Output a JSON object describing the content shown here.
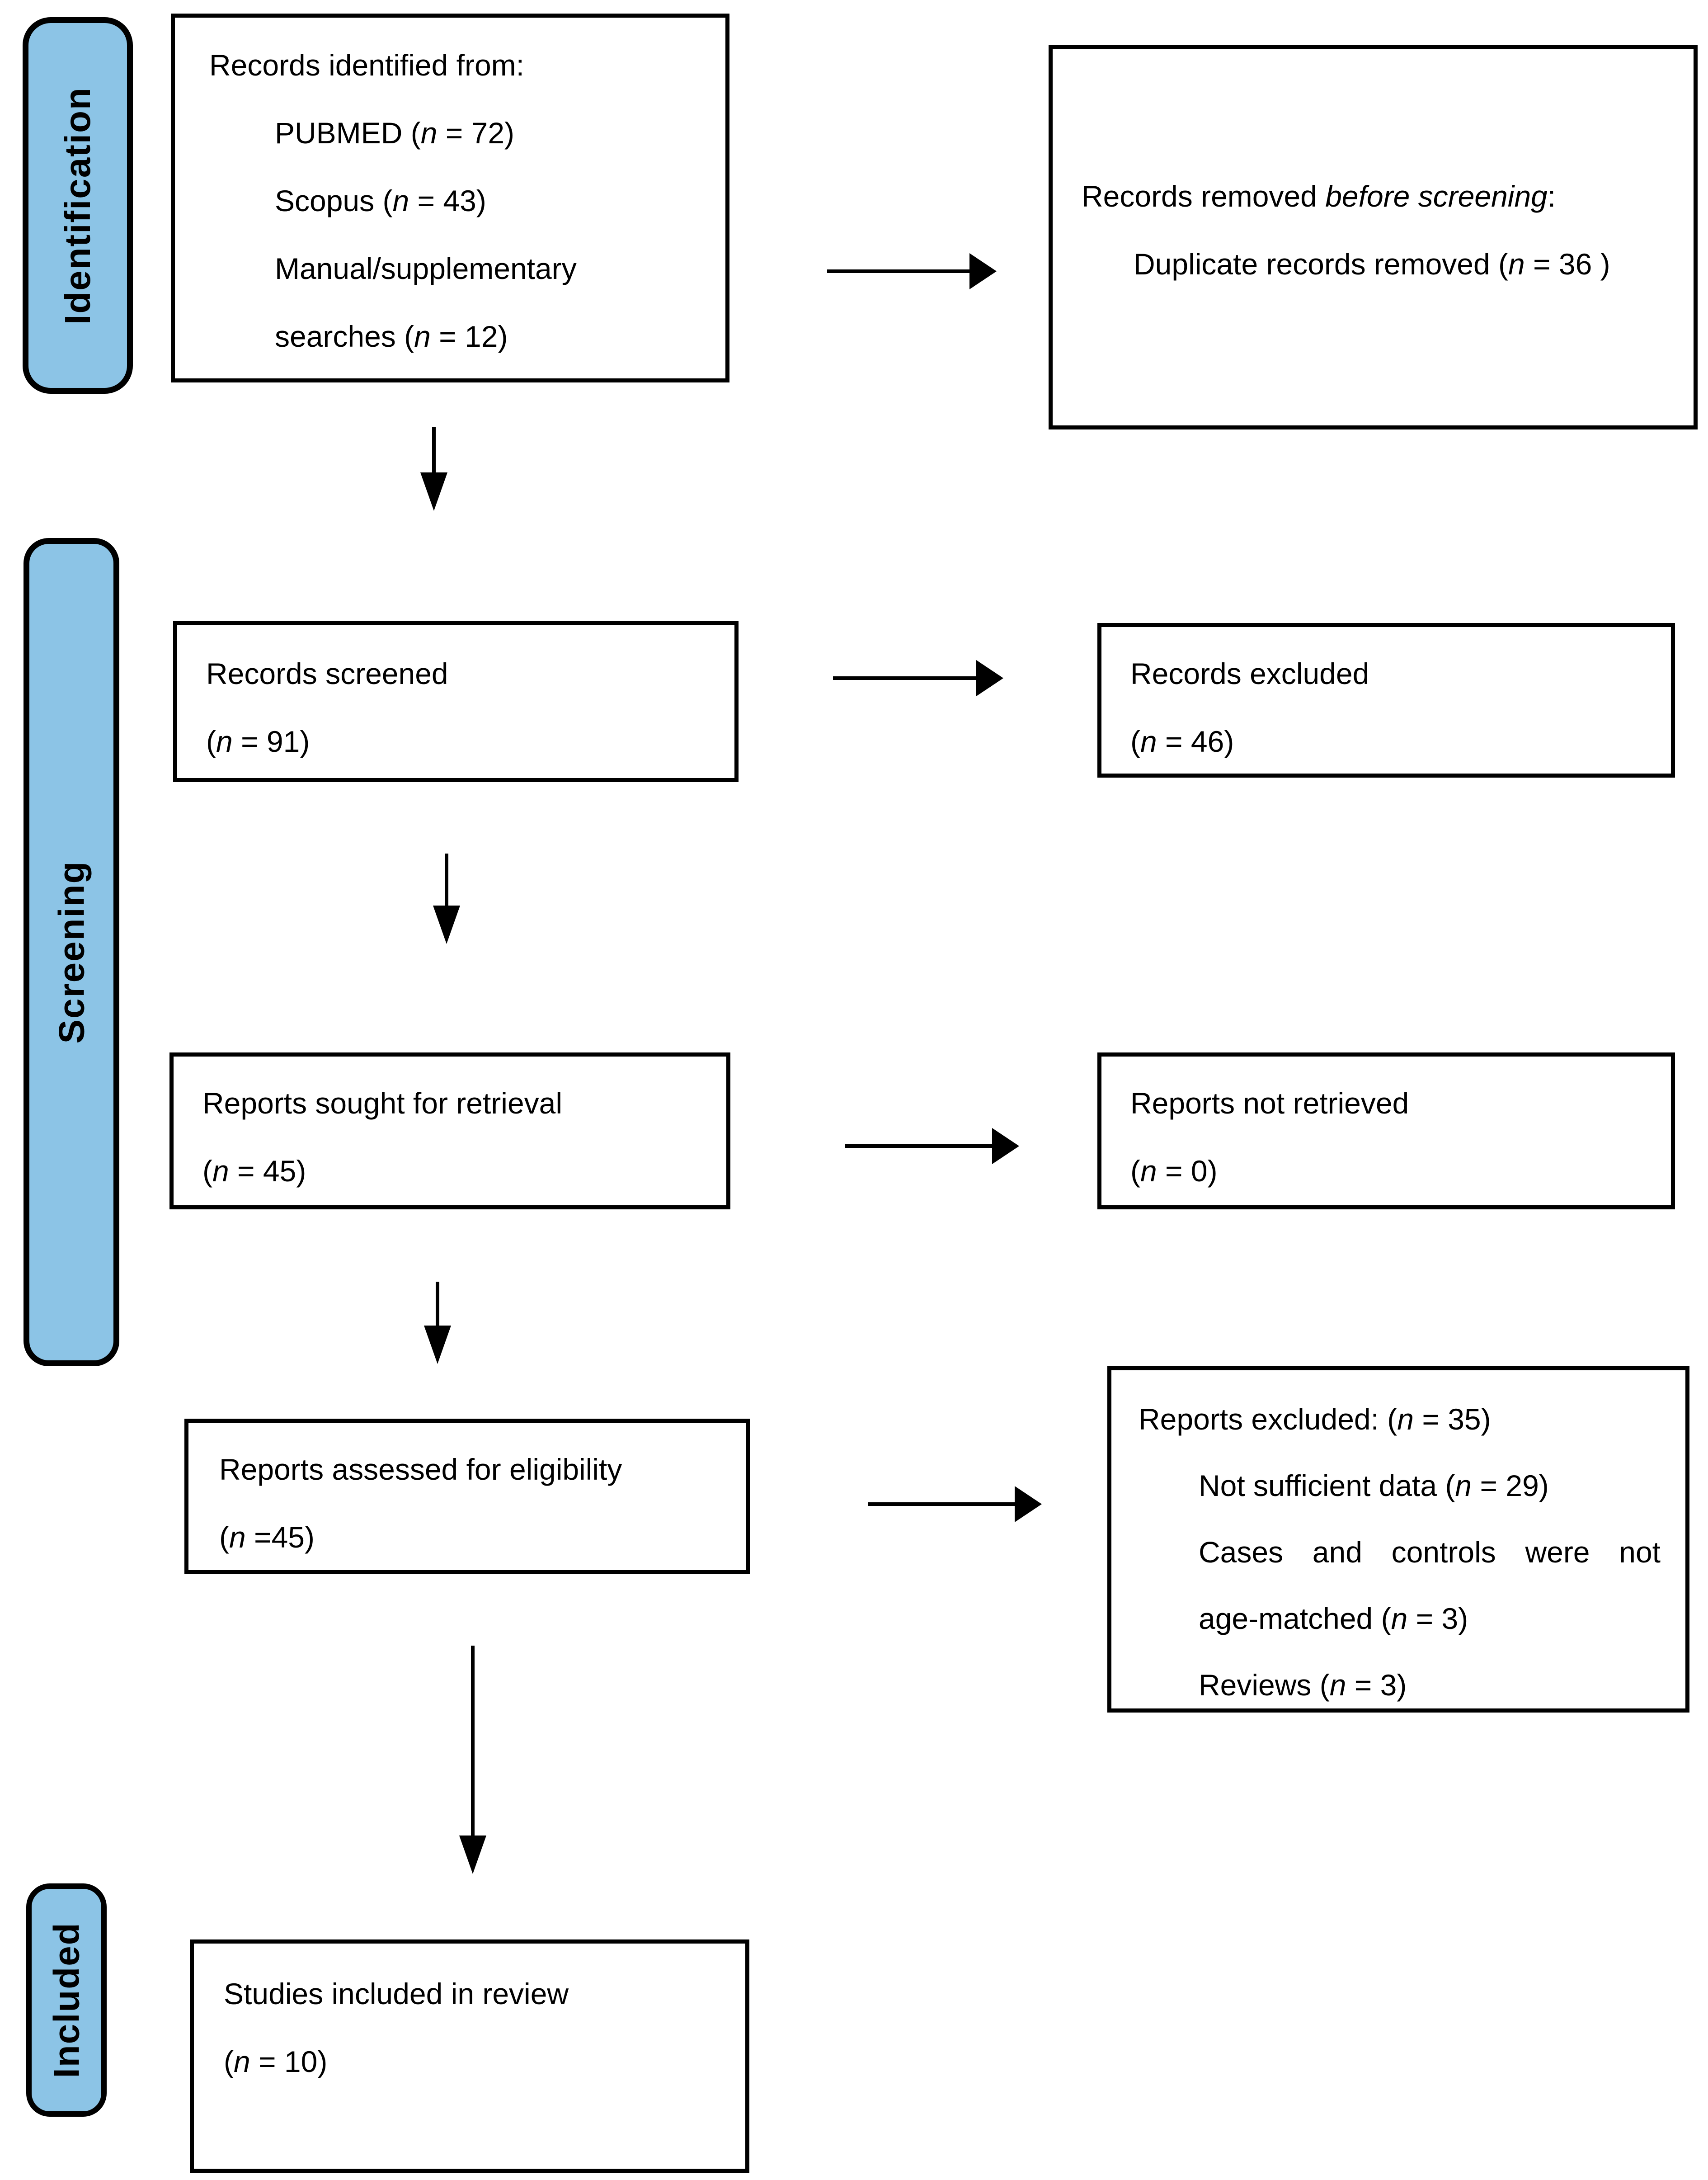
{
  "diagram": {
    "title": "PRISMA flow diagram",
    "colors": {
      "stage_fill": "#8CC4E6",
      "line": "#000000",
      "box_fill": "#FFFFFF"
    },
    "stage_labels": {
      "identification": "Identification",
      "screening": "Screening",
      "included": "Included"
    },
    "boxes": {
      "identified": {
        "lines": [
          {
            "indent": false,
            "segments": [
              {
                "t": "Records identified from:"
              }
            ]
          },
          {
            "indent": true,
            "segments": [
              {
                "t": "PUBMED ("
              },
              {
                "t": "n",
                "i": true
              },
              {
                "t": " = 72)"
              }
            ]
          },
          {
            "indent": true,
            "segments": [
              {
                "t": "Scopus ("
              },
              {
                "t": "n",
                "i": true
              },
              {
                "t": " = 43)"
              }
            ]
          },
          {
            "indent": true,
            "segments": [
              {
                "t": "Manual/supplementary"
              }
            ]
          },
          {
            "indent": true,
            "segments": [
              {
                "t": "searches ("
              },
              {
                "t": "n",
                "i": true
              },
              {
                "t": " = 12)"
              }
            ]
          }
        ]
      },
      "removed": {
        "lines": [
          {
            "indent": false,
            "segments": [
              {
                "t": "Records removed "
              },
              {
                "t": "before screening",
                "i": true
              },
              {
                "t": ":"
              }
            ]
          },
          {
            "indent": true,
            "segments": [
              {
                "t": "Duplicate records removed ("
              },
              {
                "t": "n",
                "i": true
              },
              {
                "t": " = 36 )"
              }
            ]
          }
        ]
      },
      "screened": {
        "lines": [
          {
            "indent": false,
            "segments": [
              {
                "t": "Records screened"
              }
            ]
          },
          {
            "indent": false,
            "segments": [
              {
                "t": "("
              },
              {
                "t": "n",
                "i": true
              },
              {
                "t": " = 91)"
              }
            ]
          }
        ]
      },
      "records_excluded": {
        "lines": [
          {
            "indent": false,
            "segments": [
              {
                "t": "Records excluded"
              }
            ]
          },
          {
            "indent": false,
            "segments": [
              {
                "t": "("
              },
              {
                "t": "n",
                "i": true
              },
              {
                "t": " = 46)"
              }
            ]
          }
        ]
      },
      "sought": {
        "lines": [
          {
            "indent": false,
            "segments": [
              {
                "t": "Reports sought for retrieval"
              }
            ]
          },
          {
            "indent": false,
            "segments": [
              {
                "t": "("
              },
              {
                "t": "n",
                "i": true
              },
              {
                "t": " = 45)"
              }
            ]
          }
        ]
      },
      "not_retrieved": {
        "lines": [
          {
            "indent": false,
            "segments": [
              {
                "t": "Reports not retrieved"
              }
            ]
          },
          {
            "indent": false,
            "segments": [
              {
                "t": "("
              },
              {
                "t": "n",
                "i": true
              },
              {
                "t": " = 0)"
              }
            ]
          }
        ]
      },
      "assessed": {
        "lines": [
          {
            "indent": false,
            "segments": [
              {
                "t": "Reports assessed for eligibility"
              }
            ]
          },
          {
            "indent": false,
            "segments": [
              {
                "t": "("
              },
              {
                "t": "n",
                "i": true
              },
              {
                "t": " =45)"
              }
            ]
          }
        ]
      },
      "reports_excluded": {
        "lines": [
          {
            "indent": false,
            "segments": [
              {
                "t": "Reports excluded: ("
              },
              {
                "t": "n",
                "i": true
              },
              {
                "t": " = 35)"
              }
            ]
          },
          {
            "indent": true,
            "segments": [
              {
                "t": "Not sufficient data ("
              },
              {
                "t": "n",
                "i": true
              },
              {
                "t": " = 29)"
              }
            ]
          },
          {
            "indent": true,
            "justify": true,
            "segments": [
              {
                "t": "Cases and controls were not"
              }
            ]
          },
          {
            "indent": true,
            "segments": [
              {
                "t": "age-matched ("
              },
              {
                "t": "n",
                "i": true
              },
              {
                "t": " = 3)"
              }
            ]
          },
          {
            "indent": true,
            "segments": [
              {
                "t": "Reviews ("
              },
              {
                "t": "n",
                "i": true
              },
              {
                "t": " = 3)"
              }
            ]
          }
        ]
      },
      "included_studies": {
        "lines": [
          {
            "indent": false,
            "segments": [
              {
                "t": "Studies included in review"
              }
            ]
          },
          {
            "indent": false,
            "segments": [
              {
                "t": "("
              },
              {
                "t": "n",
                "i": true
              },
              {
                "t": " = 10)"
              }
            ]
          }
        ]
      }
    }
  }
}
